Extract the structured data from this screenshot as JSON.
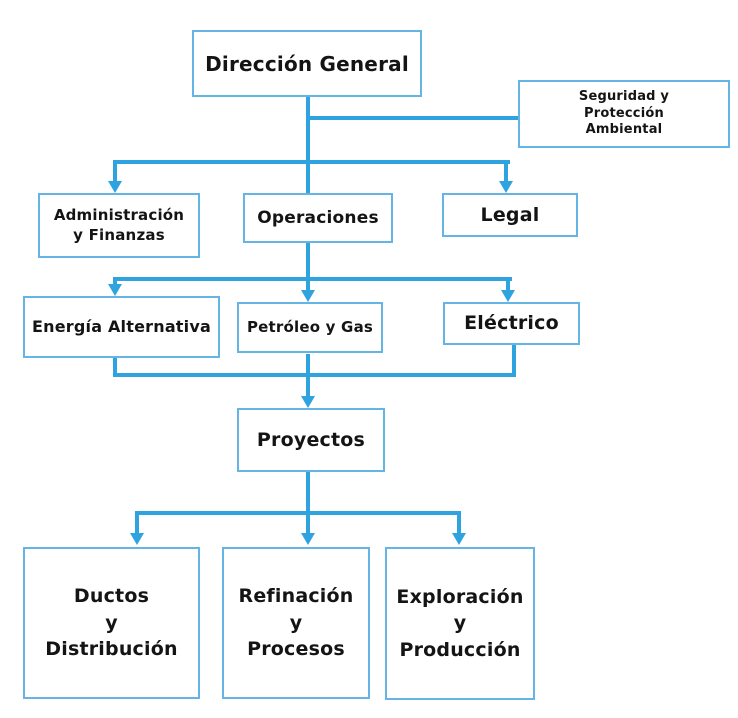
{
  "colors": {
    "connector": "#2FA3E0",
    "border": "#64B5E6",
    "text": "#141414",
    "background": "#FFFFFF"
  },
  "nodes": {
    "direccion_general": {
      "label": "Dirección General"
    },
    "seguridad": {
      "line1": "Seguridad y",
      "line2": "Protección",
      "line3": "Ambiental"
    },
    "administracion": {
      "line1": "Administración",
      "line2": "y Finanzas"
    },
    "operaciones": {
      "label": "Operaciones"
    },
    "legal": {
      "label": "Legal"
    },
    "energia": {
      "label": "Energía Alternativa"
    },
    "petroleo": {
      "label": "Petróleo y Gas"
    },
    "electrico": {
      "label": "Eléctrico"
    },
    "proyectos": {
      "label": "Proyectos"
    },
    "ductos": {
      "line1": "Ductos",
      "line2": "y",
      "line3": "Distribución"
    },
    "refinacion": {
      "line1": "Refinación",
      "line2": "y",
      "line3": "Procesos"
    },
    "exploracion": {
      "line1": "Exploración",
      "line2": "y",
      "line3": "Producción"
    }
  },
  "edges": [
    {
      "from": "Dirección General",
      "to": "Seguridad y Protección Ambiental"
    },
    {
      "from": "Dirección General",
      "to": "Administración y Finanzas"
    },
    {
      "from": "Dirección General",
      "to": "Operaciones"
    },
    {
      "from": "Dirección General",
      "to": "Legal"
    },
    {
      "from": "Operaciones",
      "to": "Energía Alternativa"
    },
    {
      "from": "Operaciones",
      "to": "Petróleo y Gas"
    },
    {
      "from": "Operaciones",
      "to": "Eléctrico"
    },
    {
      "from": "Energía Alternativa",
      "to": "Proyectos"
    },
    {
      "from": "Petróleo y Gas",
      "to": "Proyectos"
    },
    {
      "from": "Eléctrico",
      "to": "Proyectos"
    },
    {
      "from": "Proyectos",
      "to": "Ductos y Distribución"
    },
    {
      "from": "Proyectos",
      "to": "Refinación y Procesos"
    },
    {
      "from": "Proyectos",
      "to": "Exploración y Producción"
    }
  ]
}
